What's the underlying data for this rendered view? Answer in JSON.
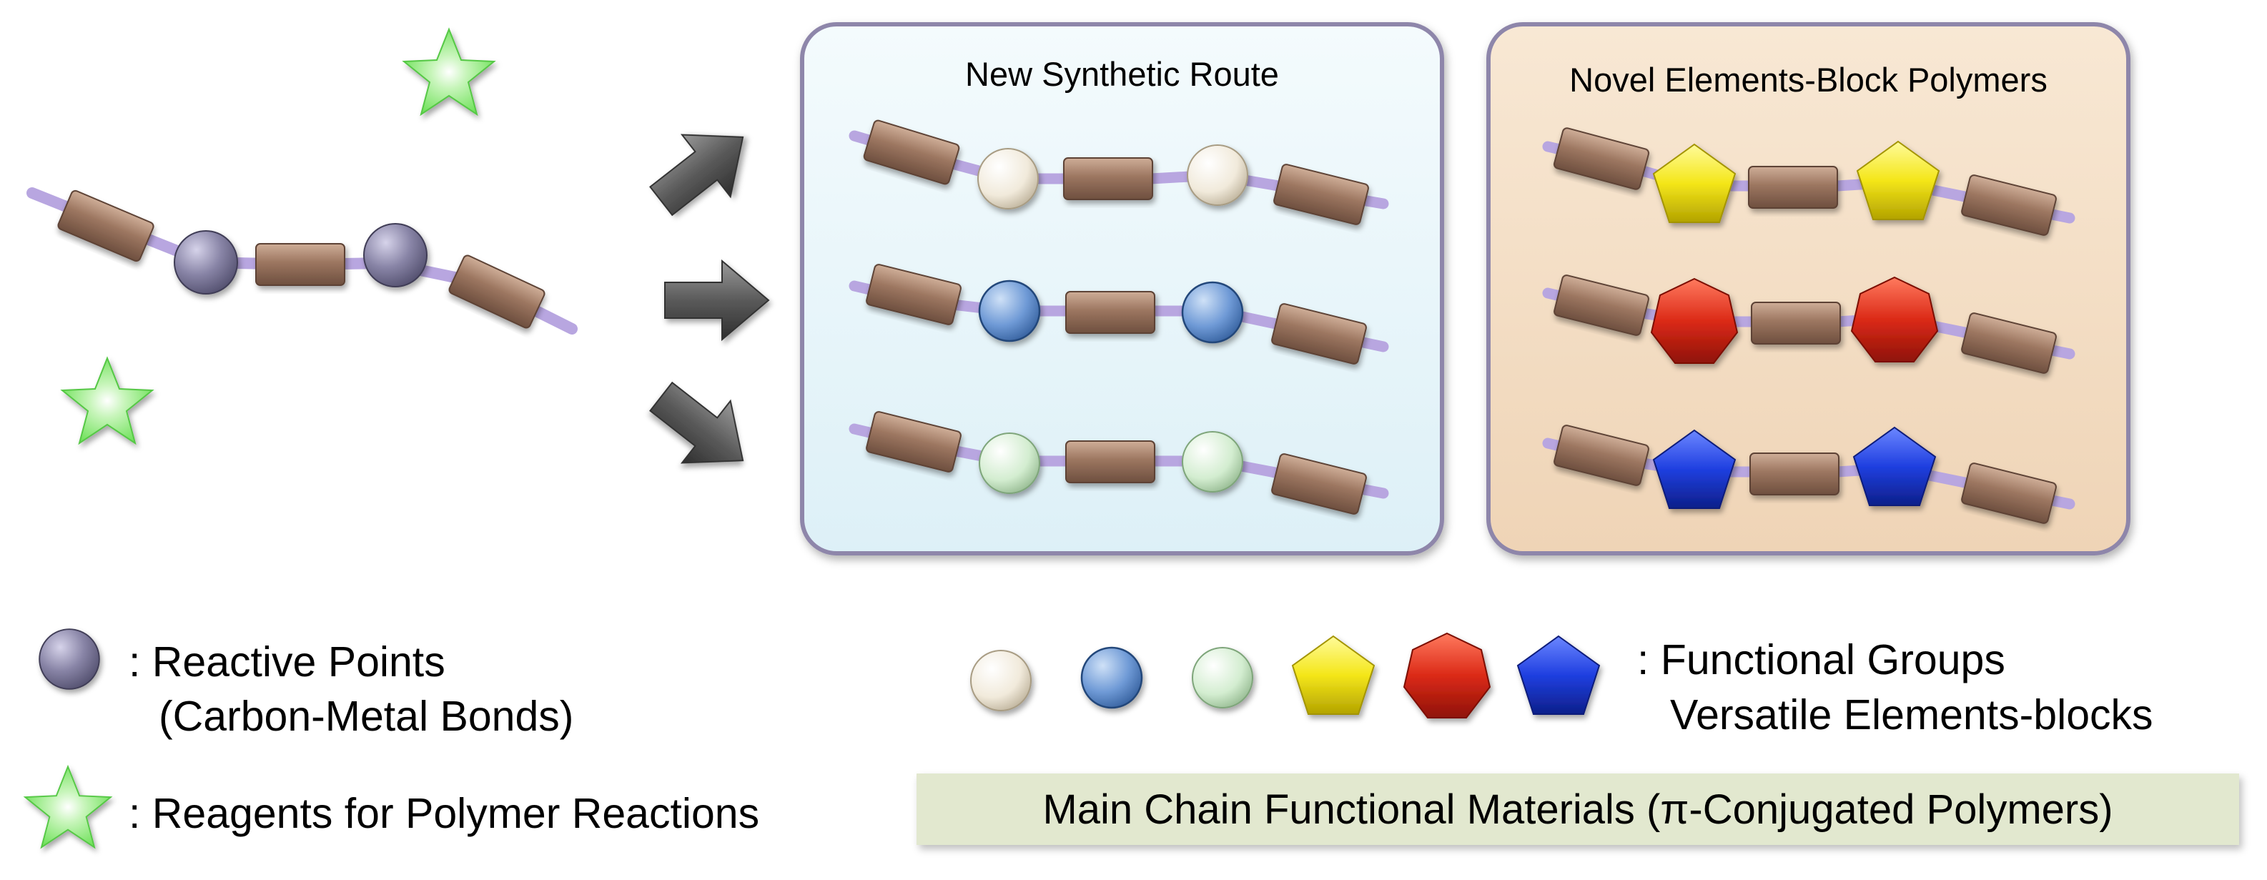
{
  "panels": {
    "synthetic_route": {
      "title": "New Synthetic Route"
    },
    "elements_block": {
      "title": "Novel Elements-Block Polymers"
    }
  },
  "legend": {
    "reactive_points": {
      "line1": ": Reactive Points",
      "line2": "(Carbon-Metal Bonds)"
    },
    "reagents": {
      "label": ": Reagents for Polymer Reactions"
    },
    "functional_groups": {
      "line1": ": Functional Groups",
      "line2": "Versatile Elements-blocks"
    }
  },
  "banner": {
    "text": "Main Chain Functional Materials (π-Conjugated Polymers)"
  },
  "colors": {
    "chain_axis": "#b8a6e0",
    "block_brown": "#9c7660",
    "reactive_point": "#7b7894",
    "star_green": "#7ee86a",
    "panel_blue_bg": "#eaf6fa",
    "panel_tan_bg": "#f2dcc2",
    "panel_border": "#8e86aa",
    "sphere_cream": "#f3ede0",
    "sphere_blue": "#6f9ad6",
    "sphere_green": "#d3edd0",
    "pentagon_yellow": "#f4e619",
    "heptagon_red": "#db2a17",
    "pentagon_blue": "#1f3fe0",
    "arrow_gray": "#5a5a5a",
    "banner_bg": "#e2e8cf"
  }
}
